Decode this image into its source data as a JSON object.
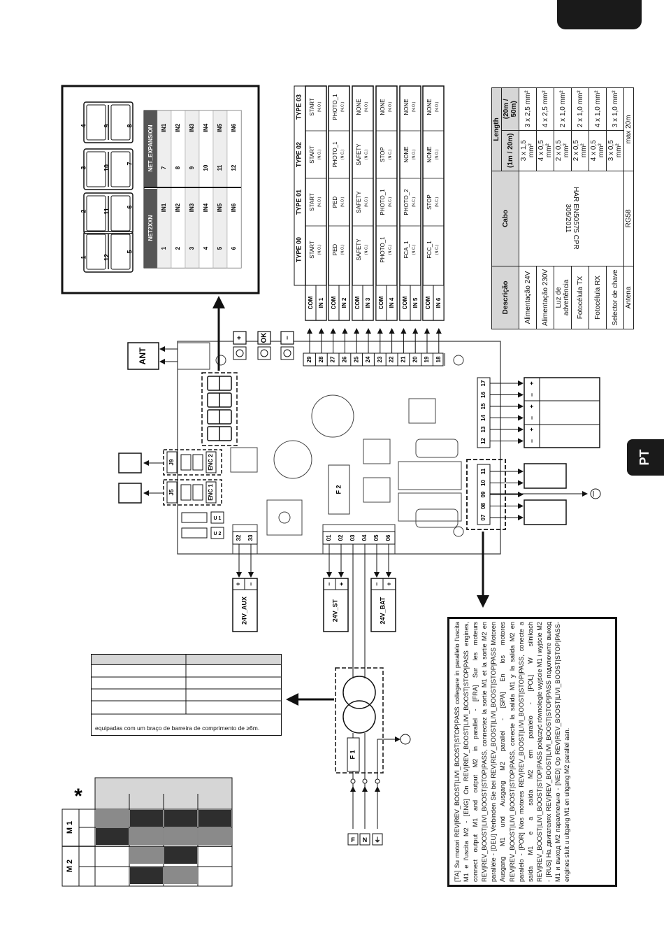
{
  "page": {
    "language_tab": "PT",
    "colors": {
      "ink": "#111111",
      "tab": "#1a1a1a",
      "dark_fill": "#2e2e2e",
      "mid_fill": "#8a8a8a",
      "light_fill": "#dcdcdc",
      "header_fill": "#d6d6d6"
    }
  },
  "display_panel": {
    "left_digits": [
      "1",
      "2",
      "3",
      "4",
      "12",
      "11",
      "10",
      "9",
      "5",
      "6",
      "7",
      "8"
    ],
    "net2xxn": {
      "title": "NET2XXN",
      "rows": [
        [
          "1",
          "IN1"
        ],
        [
          "2",
          "IN2"
        ],
        [
          "3",
          "IN3"
        ],
        [
          "4",
          "IN4"
        ],
        [
          "5",
          "IN5"
        ],
        [
          "6",
          "IN6"
        ]
      ]
    },
    "net_expansion": {
      "title": "NET_EXPANSION",
      "rows": [
        [
          "7",
          "IN1"
        ],
        [
          "8",
          "IN2"
        ],
        [
          "9",
          "IN3"
        ],
        [
          "10",
          "IN4"
        ],
        [
          "11",
          "IN5"
        ],
        [
          "12",
          "IN6"
        ]
      ]
    }
  },
  "input_types": {
    "headers": [
      "TYPE 00",
      "TYPE 01",
      "TYPE 02",
      "TYPE 03"
    ],
    "rows": [
      {
        "com": "COM",
        "in": "IN 1",
        "cells": [
          [
            "START",
            "(N.O.)"
          ],
          [
            "START",
            "(N.O.)"
          ],
          [
            "START",
            "(N.O.)"
          ],
          [
            "START",
            "(N.O.)"
          ]
        ]
      },
      {
        "com": "COM",
        "in": "IN 2",
        "cells": [
          [
            "PED",
            "(N.O.)"
          ],
          [
            "PED",
            "(N.O.)"
          ],
          [
            "PHOTO_1",
            "(N.C.)"
          ],
          [
            "PHOTO_1",
            "(N.C.)"
          ]
        ]
      },
      {
        "com": "COM",
        "in": "IN 3",
        "cells": [
          [
            "SAFETY",
            "(N.C.)"
          ],
          [
            "SAFETY",
            "(N.C.)"
          ],
          [
            "SAFETY",
            "(N.C.)"
          ],
          [
            "NONE",
            "(N.O.)"
          ]
        ]
      },
      {
        "com": "COM",
        "in": "IN 4",
        "cells": [
          [
            "PHOTO_1",
            "(N.C.)"
          ],
          [
            "PHOTO_1",
            "(N.C.)"
          ],
          [
            "STOP",
            "(N.C.)"
          ],
          [
            "NONE",
            "(N.O.)"
          ]
        ]
      },
      {
        "com": "COM",
        "in": "IN 5",
        "cells": [
          [
            "FCA_1",
            "(N.C.)"
          ],
          [
            "PHOTO_2",
            "(N.C.)"
          ],
          [
            "NONE",
            "(N.O.)"
          ],
          [
            "NONE",
            "(N.O.)"
          ]
        ]
      },
      {
        "com": "COM",
        "in": "IN 6",
        "cells": [
          [
            "FCC_1",
            "(N.C.)"
          ],
          [
            "STOP",
            "(N.C.)"
          ],
          [
            "NONE",
            "(N.O.)"
          ],
          [
            "NONE",
            "(N.O.)"
          ]
        ]
      }
    ]
  },
  "cable_table": {
    "h_desc": "Descrição",
    "h_cable": "Cabo",
    "h_length": "Length",
    "h_short": "(1m / 20m)",
    "h_long": "(20m / 50m)",
    "cable_spec": "HAR EN50575 CPR 305/2011",
    "rows": [
      {
        "desc": "Alimentação 24V",
        "short": "3 x 1,5 mm²",
        "long": "3 x 2,5 mm²"
      },
      {
        "desc": "Alimentação 230V",
        "short": "4 x 0,5 mm²",
        "long": "4 x 2,5 mm²"
      },
      {
        "desc": "Luz de advertência",
        "short": "2 x 0,5 mm²",
        "long": "2 x 1,0 mm²"
      },
      {
        "desc": "Fotocélula TX",
        "short": "2 x 0,5 mm²",
        "long": "2 x 1,0 mm²"
      },
      {
        "desc": "Fotocélula RX",
        "short": "4 x 0,5 mm²",
        "long": "4 x 1,0 mm²"
      },
      {
        "desc": "Selector de chave",
        "short": "3 x 0,5 mm²",
        "long": "3 x 1,0 mm²"
      }
    ],
    "antenna": {
      "desc": "Antena",
      "cable": "RG58",
      "length": "max 20m"
    }
  },
  "board": {
    "ant_label": "ANT",
    "buttons": [
      "+",
      "OK",
      "–"
    ],
    "top_terminals": [
      "29",
      "28",
      "27",
      "26",
      "25",
      "24",
      "23",
      "22",
      "21",
      "20",
      "19",
      "18"
    ],
    "right_terminals": [
      "17",
      "16",
      "15",
      "14",
      "13",
      "12"
    ],
    "motor_terminals": [
      "11",
      "10",
      "09",
      "08",
      "07"
    ],
    "bottom_terminals": [
      "01",
      "02",
      "03",
      "04",
      "05",
      "06"
    ],
    "aux_terminals": [
      "32",
      "33"
    ],
    "jumpers": [
      "J9",
      "ENC 2",
      "J5",
      "ENC 1"
    ],
    "chips": [
      "U 1",
      "U 2"
    ],
    "fuses": [
      "F 2",
      "F 1"
    ],
    "polarity_right": [
      "+",
      "–",
      "+",
      "–",
      "+",
      "–"
    ],
    "aux_label": "24V_AUX",
    "st_label": "24V_ST",
    "bat_label": "24V_BAT",
    "aux_pol": [
      "+",
      "–"
    ],
    "st_pol": [
      "–",
      "+"
    ],
    "bat_pol": [
      "–",
      "+"
    ],
    "mains": [
      "F",
      "N",
      "⏚"
    ]
  },
  "motor_table": {
    "star": "*",
    "rows": [
      "M 1",
      "M 2"
    ]
  },
  "left_table": {
    "note": "equipadas com um braço de barreira de comprimento de ≥6m."
  },
  "note": {
    "text": "[TA] Su motori REV|REV_BOOST|LIVI_BOOST|STOP|PASS collegare in parallelo l'uscita M1 e l'uscita M2 - [ENG] On REV|REV_BOOST|LIVI_BOOST|STOP|PASS engines, connect output M1 and output M2 in parallel - [FRA] Sur les moteurs REV|REV_BOOST|LIVI_BOOST|STOP|PASS, connectez la sortie M1 et la sortie M2 en parallèle - [DEU] Verbinden Sie bei REV|REV_BOOST|LIVI_BOOST|STOP|PASS Motoren Ausgang M1 und Ausgang M2 parallel - [SPA] En los motores REV|REV_BOOST|LIVI_BOOST|STOP|PASS, conecte la salida M1 y la salida M2 en paralelo - [POR] Nos motores REV|REV_BOOST|LIVI_BOOST|STOP|PASS, conecte a saída M1 e a saída M2 em paralelo - [POL] W silnikach REV|REV_BOOST|LIVI_BOOST|STOP|PASS połączyć równolegle wyjście M1 i wyjście M2 - [RUS] На двигателях REV|REV_BOOST|LIVI_BOOST|STOP|PASS подключите выход M1 и выход M2 параллельно - [NED] Op REV|REV_BOOST|LIVI_BOOST|STOP|PASS-engines sluit u uitgang M1 en uitgang M2 parallel aan."
  }
}
